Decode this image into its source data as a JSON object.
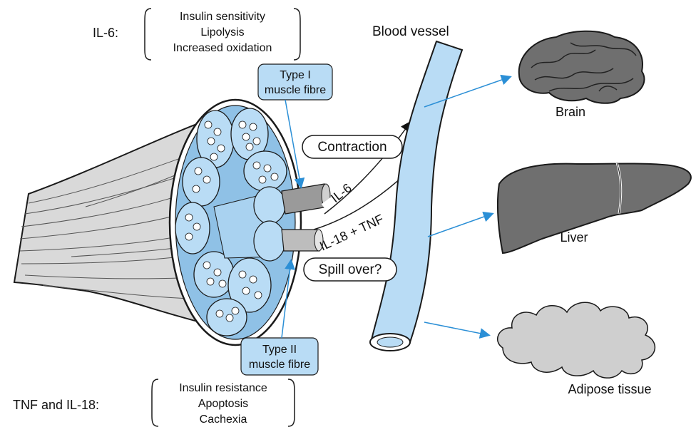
{
  "il6_block": {
    "label": "IL-6:",
    "effects": [
      "Insulin sensitivity",
      "Lipolysis",
      "Increased oxidation"
    ]
  },
  "tnf_block": {
    "label": "TNF and IL-18:",
    "effects": [
      "Insulin resistance",
      "Apoptosis",
      "Cachexia"
    ]
  },
  "type1_box": {
    "line1": "Type I",
    "line2": "muscle fibre"
  },
  "type2_box": {
    "line1": "Type II",
    "line2": "muscle fibre"
  },
  "contraction_label": "Contraction",
  "spillover_label": "Spill over?",
  "il6_flow_label": "IL-6",
  "il18_flow_label": "IL-18 + TNF",
  "blood_vessel_label": "Blood vessel",
  "organs": {
    "brain": "Brain",
    "liver": "Liver",
    "adipose": "Adipose tissue"
  },
  "colors": {
    "fibre_blue": "#b9dcf5",
    "outline": "#1a1a1a",
    "organ_gray": "#6f6f6f",
    "adipose_gray": "#cfcfcf",
    "arrow_blue": "#2b8fd6"
  }
}
